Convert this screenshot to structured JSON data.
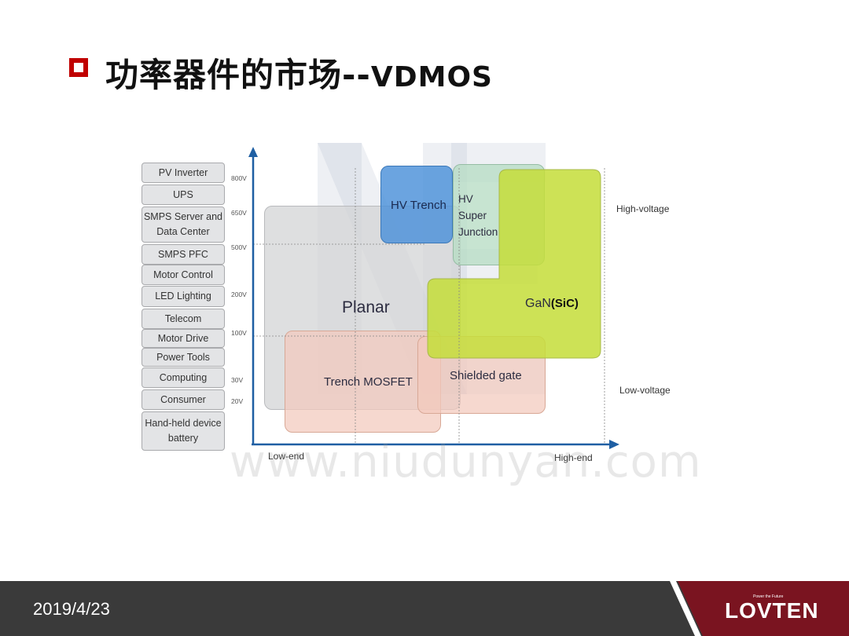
{
  "title": {
    "main": "功率器件的市场--",
    "latin": "VDMOS"
  },
  "applications": [
    {
      "label": "PV Inverter"
    },
    {
      "label": "UPS"
    },
    {
      "label": "SMPS Server and\nData Center"
    },
    {
      "label": "SMPS PFC"
    },
    {
      "label": "Motor Control"
    },
    {
      "label": "LED Lighting"
    },
    {
      "label": "Telecom"
    },
    {
      "label": "Motor Drive"
    },
    {
      "label": "Power Tools"
    },
    {
      "label": "Computing"
    },
    {
      "label": "Consumer"
    },
    {
      "label": "Hand-held device\nbattery"
    }
  ],
  "voltage_levels": [
    "800V",
    "650V",
    "500V",
    "200V",
    "100V",
    "30V",
    "20V"
  ],
  "axes": {
    "x_low": "Low-end",
    "x_high": "High-end",
    "y_high": "High-voltage",
    "y_low": "Low-voltage"
  },
  "regions": {
    "planar": "Planar",
    "trench_mosfet": "Trench MOSFET",
    "shielded_gate": "Shielded gate",
    "hv_trench": "HV Trench",
    "hv_super_junction": "HV\nSuper\nJunction",
    "gan": "GaN",
    "gan_suffix": "(SiC)"
  },
  "colors": {
    "title_square": "#c00000",
    "planar": "#d3d4d6",
    "trench": "#f3c9bd",
    "hv_trench": "#4a90d9",
    "super_junction": "#b7dcc4",
    "gan": "#c5dd3a",
    "axis": "#1f5fa3",
    "footer": "#3a3a3a",
    "logo_bg": "#7a1420"
  },
  "watermark": "www.niudunyan.com",
  "footer": {
    "date": "2019/4/23",
    "logo": "LOVTEN",
    "tagline": "Power the Future"
  }
}
